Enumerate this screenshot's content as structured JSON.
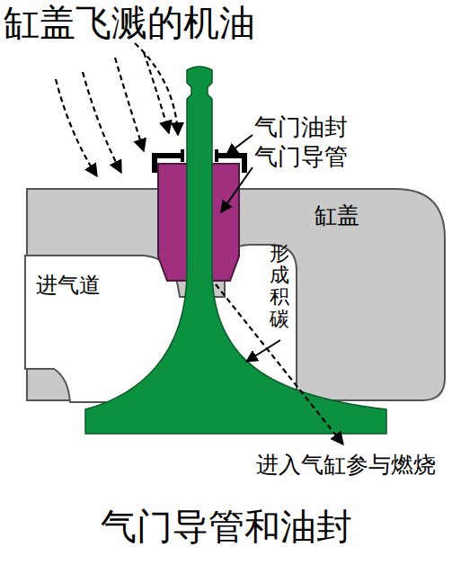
{
  "diagram": {
    "caption": "气门导管和油封",
    "labels": [
      "缸盖飞溅的机油",
      "气门油封",
      "气门导管",
      "缸盖",
      "进气道",
      "形成积碳",
      "进入气缸参与燃烧"
    ]
  }
}
